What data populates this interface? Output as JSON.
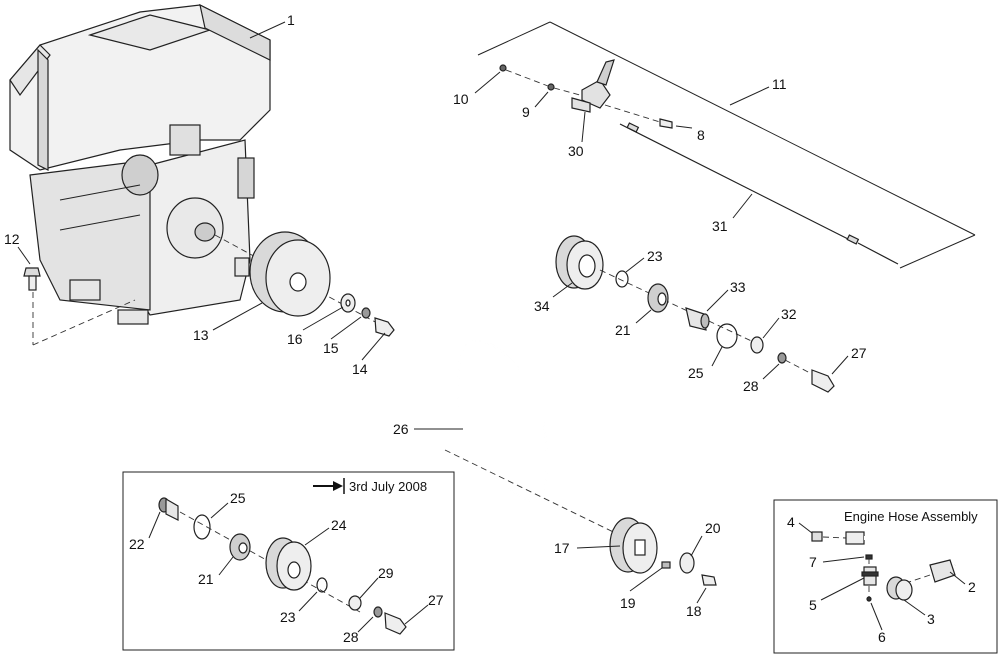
{
  "callouts": {
    "c1": "1",
    "c2": "2",
    "c3": "3",
    "c4": "4",
    "c5": "5",
    "c6": "6",
    "c7": "7",
    "c8": "8",
    "c9": "9",
    "c10": "10",
    "c11": "11",
    "c12": "12",
    "c13": "13",
    "c14": "14",
    "c15": "15",
    "c16": "16",
    "c17": "17",
    "c18": "18",
    "c19": "19",
    "c20": "20",
    "c21a": "21",
    "c21b": "21",
    "c22": "22",
    "c23a": "23",
    "c23b": "23",
    "c24": "24",
    "c25a": "25",
    "c25b": "25",
    "c26": "26",
    "c27a": "27",
    "c27b": "27",
    "c28a": "28",
    "c28b": "28",
    "c29": "29",
    "c30": "30",
    "c31": "31",
    "c32": "32",
    "c33": "33",
    "c34": "34"
  },
  "inset_left": {
    "title": "3rd July 2008"
  },
  "inset_right": {
    "title": "Engine Hose Assembly"
  },
  "colors": {
    "line": "#222222",
    "part_fill": "#f2f2f2",
    "part_shade": "#bdbdbd",
    "background": "#ffffff"
  }
}
